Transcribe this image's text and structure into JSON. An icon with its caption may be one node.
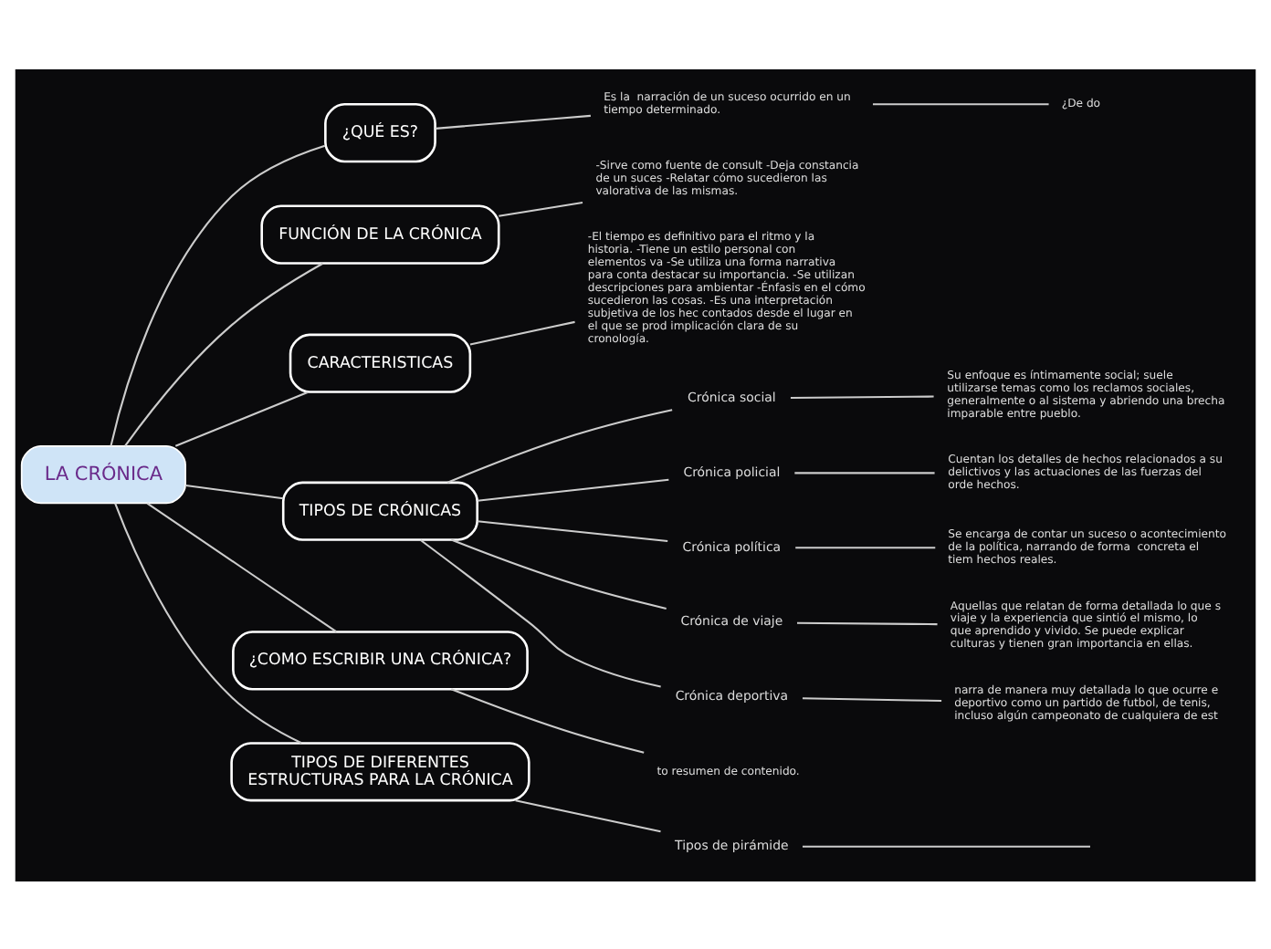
{
  "diagram": {
    "nodes": [
      {
        "text": [
          "LA CRÓNICA"
        ]
      },
      {
        "text": [
          "¿QUÉ ES?"
        ]
      },
      {
        "text": [
          "Es la  narración de un suceso ocurrido en un tiempo determinado."
        ]
      },
      {
        "text": [
          "¿De do"
        ]
      },
      {
        "text": [
          "FUNCIÓN DE LA CRÓNICA"
        ]
      },
      {
        "text": [
          "-Sirve como fuente de consult -Deja constancia de un suces -Relatar cómo sucedieron las valorativa de las mismas."
        ]
      },
      {
        "text": [
          "CARACTERISTICAS"
        ]
      },
      {
        "text": [
          "-El tiempo es definitivo para el ritmo y la historia. -Tiene un estilo personal con elementos va -Se utiliza una forma narrativa para conta destacar su importancia. -Se utilizan descripciones para ambientar -Énfasis en el cómo sucedieron las cosas. -Es una interpretación subjetiva de los hec contados desde el lugar en el que se prod implicación clara de su cronología."
        ]
      },
      {
        "text": [
          "TIPOS DE CRÓNICAS"
        ]
      },
      {
        "text": [
          "Crónica social"
        ]
      },
      {
        "text": [
          "Su enfoque es íntimamente social; suele utilizarse temas como los reclamos sociales, generalmente o al sistema y abriendo una brecha imparable entre pueblo."
        ]
      },
      {
        "text": [
          "Crónica policial"
        ]
      },
      {
        "text": [
          "Cuentan los detalles de hechos relacionados a su delictivos y las actuaciones de las fuerzas del orde hechos."
        ]
      },
      {
        "text": [
          "Crónica política"
        ]
      },
      {
        "text": [
          "Se encarga de contar un suceso o acontecimiento de la política, narrando de forma  concreta el tiem hechos reales."
        ]
      },
      {
        "text": [
          "Crónica de viaje"
        ]
      },
      {
        "text": [
          "Aquellas que relatan de forma detallada lo que s viaje y la experiencia que sintió el mismo, lo que aprendido y vivido. Se puede explicar culturas y tienen gran importancia en ellas."
        ]
      },
      {
        "text": [
          "Crónica deportiva"
        ]
      },
      {
        "text": [
          "narra de manera muy detallada lo que ocurre e deportivo como un partido de futbol, de tenis, incluso algún campeonato de cualquiera de est"
        ]
      },
      {
        "text": [
          "¿COMO ESCRIBIR UNA CRÓNICA?"
        ]
      },
      {
        "text": [
          "to resumen de contenido."
        ]
      },
      {
        "text": [
          "TIPOS DE DIFERENTES ESTRUCTURAS PARA LA CRÓNICA"
        ]
      },
      {
        "text": [
          "Tipos de pirámide"
        ]
      }
    ],
    "edges": [
      {
        "from": 0,
        "to": 1,
        "arrow": "none"
      },
      {
        "from": 1,
        "to": 2,
        "arrow": "none"
      },
      {
        "from": 2,
        "to": 3,
        "arrow": "none"
      },
      {
        "from": 0,
        "to": 4,
        "arrow": "none"
      },
      {
        "from": 4,
        "to": 5,
        "arrow": "none"
      },
      {
        "from": 0,
        "to": 6,
        "arrow": "none"
      },
      {
        "from": 6,
        "to": 7,
        "arrow": "none"
      },
      {
        "from": 0,
        "to": 8,
        "arrow": "none"
      },
      {
        "from": 8,
        "to": 9,
        "arrow": "none"
      },
      {
        "from": 9,
        "to": 10,
        "arrow": "none"
      },
      {
        "from": 8,
        "to": 11,
        "arrow": "none"
      },
      {
        "from": 11,
        "to": 12,
        "arrow": "none"
      },
      {
        "from": 8,
        "to": 13,
        "arrow": "none"
      },
      {
        "from": 13,
        "to": 14,
        "arrow": "none"
      },
      {
        "from": 8,
        "to": 15,
        "arrow": "none"
      },
      {
        "from": 15,
        "to": 16,
        "arrow": "none"
      },
      {
        "from": 8,
        "to": 17,
        "arrow": "none"
      },
      {
        "from": 17,
        "to": 18,
        "arrow": "none"
      },
      {
        "from": 0,
        "to": 19,
        "arrow": "none"
      },
      {
        "from": 19,
        "to": 20,
        "arrow": "none"
      },
      {
        "from": 0,
        "to": 21,
        "arrow": "none"
      },
      {
        "from": 21,
        "to": 22,
        "arrow": "none"
      },
      {
        "from": 22,
        "to": null,
        "arrow": "none"
      }
    ]
  }
}
